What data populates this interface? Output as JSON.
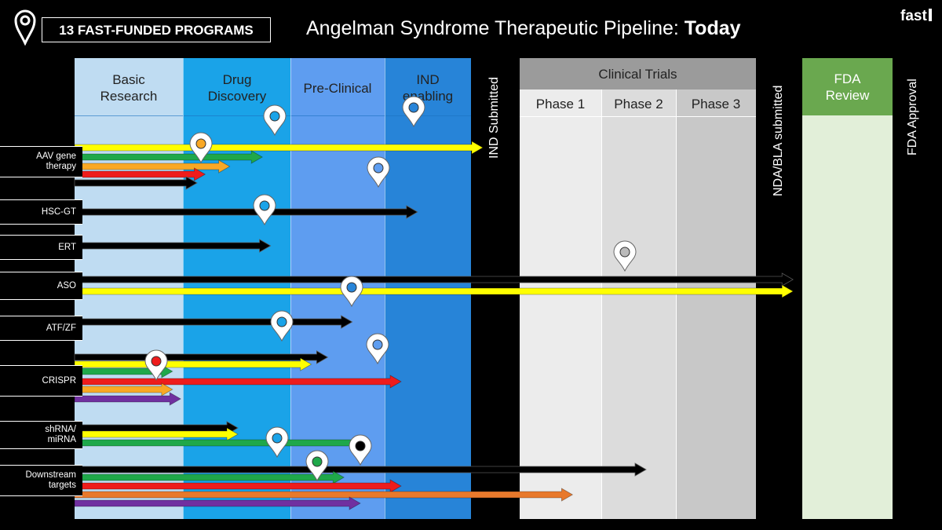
{
  "header": {
    "badge": "13 FAST-FUNDED PROGRAMS",
    "title_main": "Angelman Syndrome Therapeutic Pipeline: ",
    "title_bold": "Today",
    "logo": "fast"
  },
  "stages": {
    "basic_research": "Basic Research",
    "drug_discovery": "Drug Discovery",
    "pre_clinical": "Pre-Clinical",
    "ind_enabling": "IND enabling",
    "ind_submitted": "IND Submitted",
    "clinical_trials": "Clinical Trials",
    "phase1": "Phase 1",
    "phase2": "Phase 2",
    "phase3": "Phase 3",
    "nda_bla": "NDA/BLA submitted",
    "fda_review": "FDA Review",
    "fda_approval": "FDA Approval"
  },
  "rows": [
    "AAV gene therapy",
    "HSC-GT",
    "ERT",
    "ASO",
    "ATF/ZF",
    "CRISPR",
    "shRNA/ miRNA",
    "Downstream targets"
  ],
  "colors": {
    "basic_research": "#bfdcf2",
    "drug_discovery": "#1aa3e8",
    "pre_clinical": "#5e9df0",
    "ind_enabling": "#2784d8",
    "clinical_header": "#9b9b9b",
    "phase1": "#ececec",
    "phase2": "#dcdcdc",
    "phase3": "#c8c8c8",
    "fda_header": "#6aa84f",
    "fda_body": "#e2efd9",
    "arrow_black": "#000000",
    "arrow_yellow": "#ffff00",
    "arrow_green": "#1fa84a",
    "arrow_orange": "#f9a825",
    "arrow_red": "#ee1c1c",
    "arrow_purple": "#7030a0",
    "arrow_dark_orange": "#e8792c"
  },
  "arrows": [
    {
      "row": "AAV gene therapy",
      "color": "yellow",
      "stage_reached": 0.5
    },
    {
      "row": "AAV gene therapy",
      "color": "green",
      "stage_reached": 0.23
    },
    {
      "row": "AAV gene therapy",
      "color": "orange",
      "stage_reached": 0.19
    },
    {
      "row": "AAV gene therapy",
      "color": "red",
      "stage_reached": 0.16
    },
    {
      "row": "AAV gene therapy",
      "color": "black",
      "stage_reached": 0.15
    },
    {
      "row": "HSC-GT",
      "color": "black",
      "stage_reached": 0.42
    },
    {
      "row": "ERT",
      "color": "black",
      "stage_reached": 0.24
    },
    {
      "row": "ASO",
      "color": "black",
      "stage_reached": 0.88
    },
    {
      "row": "ASO",
      "color": "yellow",
      "stage_reached": 0.88
    },
    {
      "row": "ATF/ZF",
      "color": "black",
      "stage_reached": 0.34
    },
    {
      "row": "CRISPR",
      "color": "black",
      "stage_reached": 0.31
    },
    {
      "row": "CRISPR",
      "color": "yellow",
      "stage_reached": 0.29
    },
    {
      "row": "CRISPR",
      "color": "green",
      "stage_reached": 0.12
    },
    {
      "row": "CRISPR",
      "color": "red",
      "stage_reached": 0.4
    },
    {
      "row": "CRISPR",
      "color": "orange",
      "stage_reached": 0.12
    },
    {
      "row": "CRISPR",
      "color": "purple",
      "stage_reached": 0.13
    },
    {
      "row": "shRNA/ miRNA",
      "color": "black",
      "stage_reached": 0.2
    },
    {
      "row": "shRNA/ miRNA",
      "color": "yellow",
      "stage_reached": 0.2
    },
    {
      "row": "shRNA/ miRNA",
      "color": "green",
      "stage_reached": 0.36
    },
    {
      "row": "Downstream targets",
      "color": "black",
      "stage_reached": 0.7
    },
    {
      "row": "Downstream targets",
      "color": "green",
      "stage_reached": 0.33
    },
    {
      "row": "Downstream targets",
      "color": "red",
      "stage_reached": 0.4
    },
    {
      "row": "Downstream targets",
      "color": "dark_orange",
      "stage_reached": 0.61
    },
    {
      "row": "Downstream targets",
      "color": "purple",
      "stage_reached": 0.35
    }
  ]
}
